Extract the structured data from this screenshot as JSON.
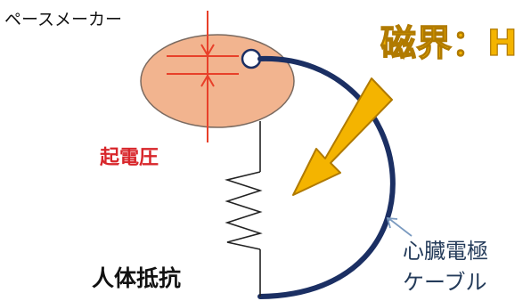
{
  "labels": {
    "pacemaker": "ペースメーカー",
    "induced_voltage": "起電圧",
    "magnetic_field": "磁界：H",
    "human_body_resistance": "人体抵抗",
    "cable_line1": "心臓電極",
    "cable_line2": "ケーブル"
  },
  "colors": {
    "pacemaker_fill": "#f2b48f",
    "pacemaker_stroke": "#7a6a60",
    "voltage_mark": "#e8402a",
    "voltage_text": "#d8252a",
    "arrow_fill": "#f4b400",
    "arrow_stroke": "#b07a00",
    "cable": "#1b2f63",
    "text_dark": "#111111",
    "cable_text": "#243b5a",
    "pointer": "#7a9ac0"
  }
}
